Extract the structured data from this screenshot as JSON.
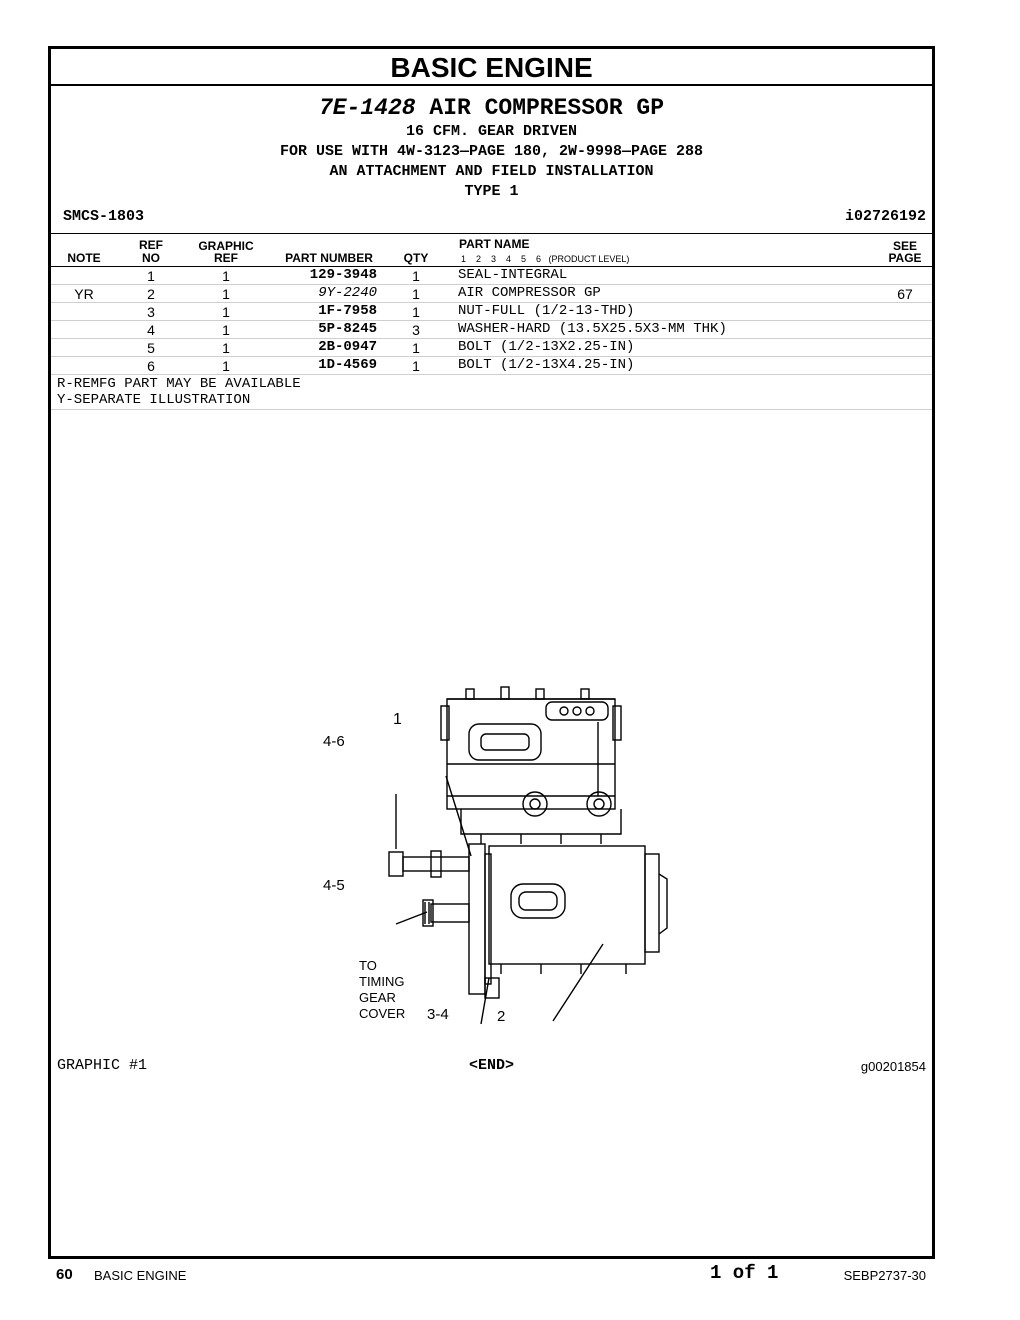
{
  "section_title": "BASIC ENGINE",
  "group": {
    "part_number": "7E-1428",
    "name": "AIR COMPRESSOR GP",
    "lines": [
      "16 CFM. GEAR DRIVEN",
      "FOR USE WITH 4W-3123—PAGE 180, 2W-9998—PAGE 288",
      "AN ATTACHMENT AND FIELD INSTALLATION",
      "TYPE 1"
    ]
  },
  "smcs": "SMCS-1803",
  "info_id": "i02726192",
  "table": {
    "headers": {
      "note": "NOTE",
      "ref_top": "REF",
      "ref_bottom": "NO",
      "graphic_top": "GRAPHIC",
      "graphic_bottom": "REF",
      "part_number": "PART NUMBER",
      "qty": "QTY",
      "part_name": "PART NAME",
      "levels": "1    2    3    4    5    6   (PRODUCT LEVEL)",
      "see_top": "SEE",
      "see_bottom": "PAGE"
    },
    "rows": [
      {
        "note": "",
        "ref": "1",
        "graphic": "1",
        "part": "129-3948",
        "qty": "1",
        "name": "SEAL-INTEGRAL",
        "page": ""
      },
      {
        "note": "YR",
        "ref": "2",
        "graphic": "1",
        "part": "9Y-2240",
        "qty": "1",
        "name": "AIR COMPRESSOR GP",
        "page": "67"
      },
      {
        "note": "",
        "ref": "3",
        "graphic": "1",
        "part": "1F-7958",
        "qty": "1",
        "name": "NUT-FULL (1/2-13-THD)",
        "page": ""
      },
      {
        "note": "",
        "ref": "4",
        "graphic": "1",
        "part": "5P-8245",
        "qty": "3",
        "name": "WASHER-HARD (13.5X25.5X3-MM THK)",
        "page": ""
      },
      {
        "note": "",
        "ref": "5",
        "graphic": "1",
        "part": "2B-0947",
        "qty": "1",
        "name": "BOLT (1/2-13X2.25-IN)",
        "page": ""
      },
      {
        "note": "",
        "ref": "6",
        "graphic": "1",
        "part": "1D-4569",
        "qty": "1",
        "name": "BOLT (1/2-13X4.25-IN)",
        "page": ""
      }
    ]
  },
  "notes": [
    "R-REMFG PART MAY BE AVAILABLE",
    "Y-SEPARATE ILLUSTRATION"
  ],
  "figure": {
    "callouts": [
      "1",
      "4-6",
      "4-5",
      "TO",
      "TIMING",
      "GEAR",
      "COVER",
      "3-4",
      "2"
    ]
  },
  "graphic_label": "GRAPHIC #1",
  "end_tag": "<END>",
  "graphic_id": "g00201854",
  "footer": {
    "page_number": "60",
    "section": "BASIC ENGINE",
    "page_of": "1 of 1",
    "doc": "SEBP2737-30"
  }
}
